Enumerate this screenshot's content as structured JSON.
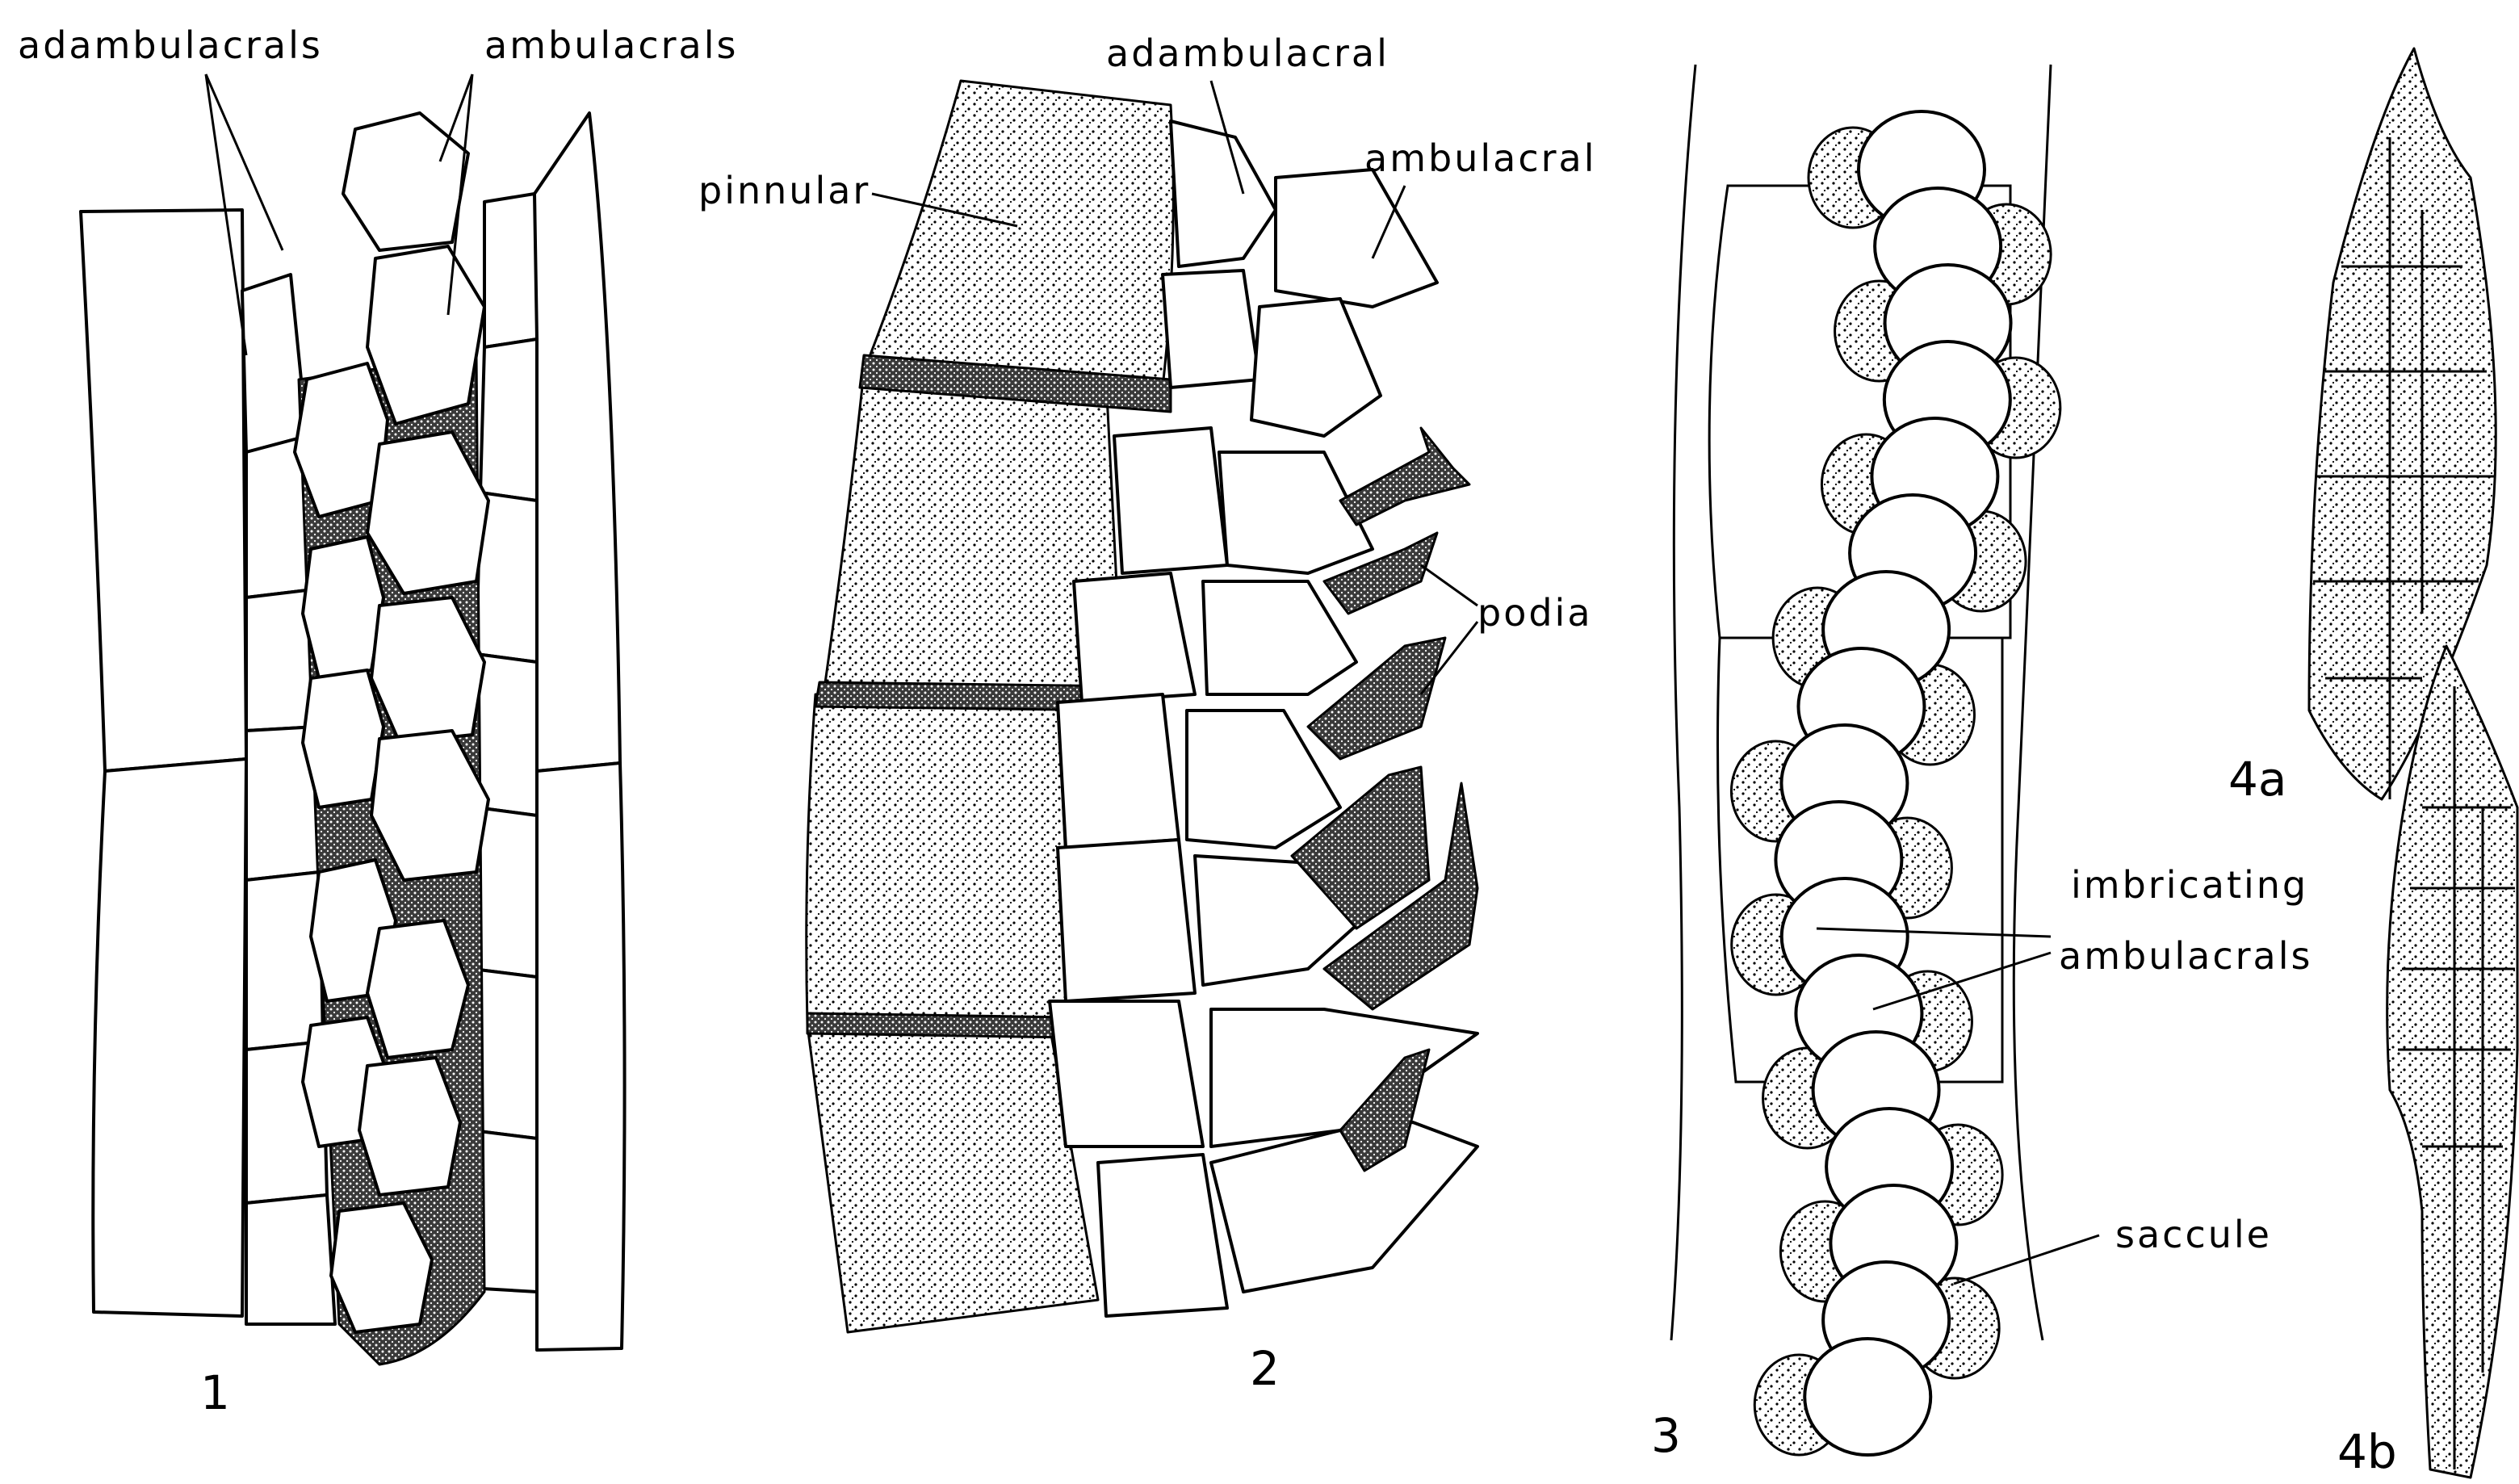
{
  "figure": {
    "panels": [
      {
        "number": "1"
      },
      {
        "number": "2"
      },
      {
        "number": "3"
      },
      {
        "number": "4a"
      },
      {
        "number": "4b"
      }
    ],
    "labels": {
      "fig1_adambulacrals": "adambulacrals",
      "fig1_ambulacrals": "ambulacrals",
      "fig2_adambulacral": "adambulacral",
      "fig2_ambulacral": "ambulacral",
      "fig2_pinnular": "pinnular",
      "fig2_podia": "podia",
      "fig3_imbricating": "imbricating",
      "fig3_ambulacrals": "ambulacrals",
      "fig3_saccule": "saccule"
    },
    "colors": {
      "ink": "#000000",
      "paper": "#ffffff"
    }
  }
}
